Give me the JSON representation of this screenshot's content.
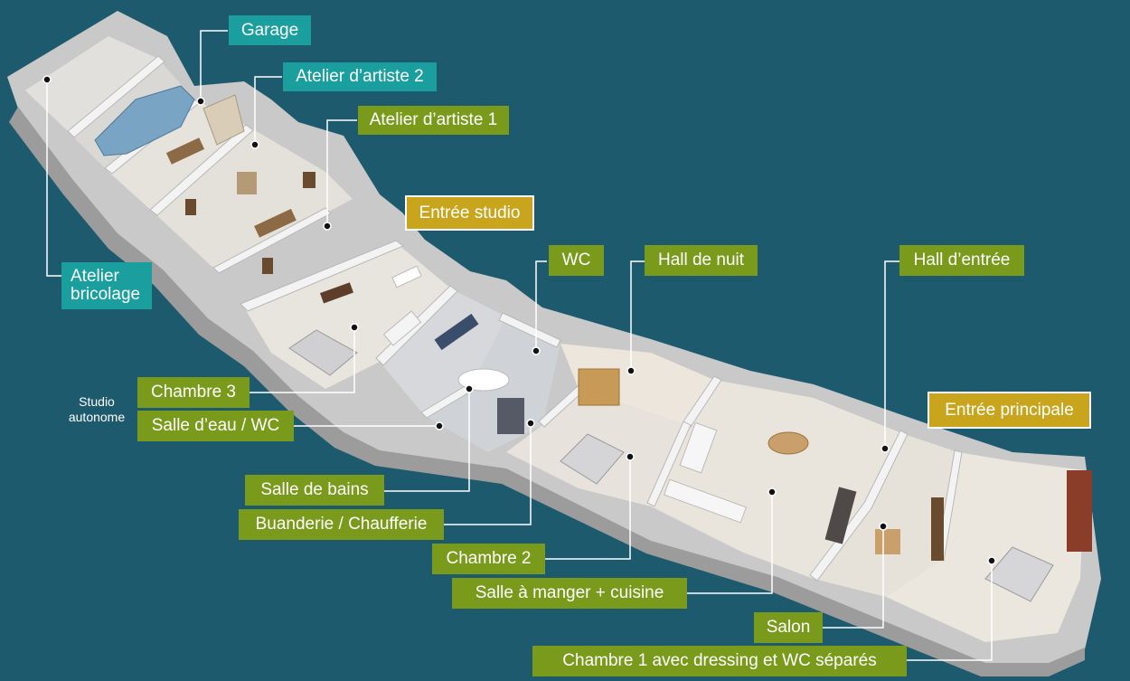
{
  "colors": {
    "background": "#1d5a6e",
    "label_teal": "#1b9e9e",
    "label_green": "#7a9a1c",
    "label_gold": "#c9a51e",
    "leader": "#ffffff"
  },
  "labels": {
    "garage": "Garage",
    "atelier_artiste_2": "Atelier d’artiste 2",
    "atelier_artiste_1": "Atelier d’artiste 1",
    "entree_studio": "Entrée studio",
    "atelier_bricolage_l1": "Atelier",
    "atelier_bricolage_l2": "bricolage",
    "wc": "WC",
    "hall_de_nuit": "Hall de nuit",
    "hall_entree": "Hall d’entrée",
    "entree_principale": "Entrée principale",
    "chambre_3": "Chambre 3",
    "salle_eau_wc": "Salle d’eau / WC",
    "salle_de_bains": "Salle de bains",
    "buanderie": "Buanderie / Chaufferie",
    "chambre_2": "Chambre 2",
    "salle_a_manger": "Salle à manger + cuisine",
    "salon": "Salon",
    "chambre_1": "Chambre 1 avec dressing et WC séparés"
  },
  "studio_note": {
    "line1": "Studio",
    "line2": "autonome"
  }
}
